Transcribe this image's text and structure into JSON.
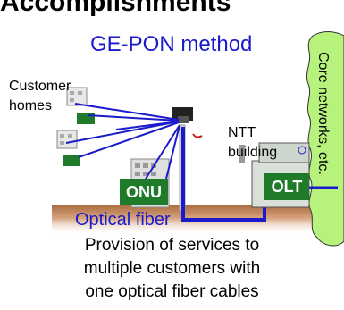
{
  "heading": "Accomplishments",
  "diagram": {
    "method": "GE-PON method",
    "customer_homes": [
      "Customer",
      "homes"
    ],
    "ntt_building": [
      "NTT",
      "building"
    ],
    "onu": "ONU",
    "olt": "OLT",
    "optical_fiber": "Optical fiber",
    "core_networks": "Core networks, etc.",
    "caption": [
      "Provision of services to",
      "multiple customers with",
      "one optical fiber cables"
    ]
  },
  "colors": {
    "fiber_blue": "#1a1acc",
    "equipment_green": "#1f7a2a",
    "core_cloud": "#b7f27c",
    "ground": "#c9956b"
  }
}
